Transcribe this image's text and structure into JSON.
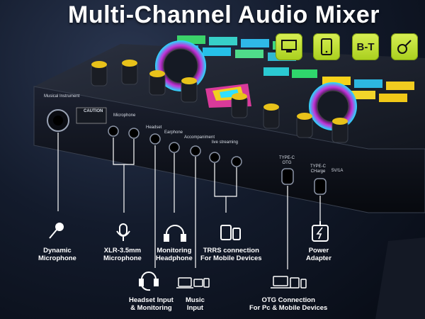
{
  "title": "Multi-Channel Audio Mixer",
  "badges": [
    {
      "icon": "monitor-icon",
      "text": ""
    },
    {
      "icon": "phone-icon",
      "text": ""
    },
    {
      "icon": "bluetooth-icon",
      "text": "B-T"
    },
    {
      "icon": "guitar-icon",
      "text": ""
    }
  ],
  "device_labels": {
    "instrument": "Musical\nInstrument",
    "caution": "CAUTION",
    "microphone": "Microphone",
    "headset": "Headset",
    "earphone": "Earphone",
    "accompaniment": "Accompaniment",
    "live": "live streaming",
    "typec_otg": "TYPE-C\nOTG",
    "typec_charge": "TYPE-C\nCHarge",
    "dc": "5V/1A"
  },
  "callouts": {
    "dynamic": "Dynamic\nMicrophone",
    "xlr": "XLR-3.5mm\nMicrophone",
    "monitoring": "Monitoring\nHeadphone",
    "trrs": "TRRS connection\nFor Mobile Devices",
    "power": "Power\nAdapter",
    "headset": "Headset Input\n& Monitoring",
    "music": "Music\nInput",
    "otg": "OTG Connection\nFor Pc & Mobile Devices"
  },
  "colors": {
    "accent": "#c6e22f",
    "knob_cap": "#e8c21a",
    "line": "#ffffff"
  }
}
